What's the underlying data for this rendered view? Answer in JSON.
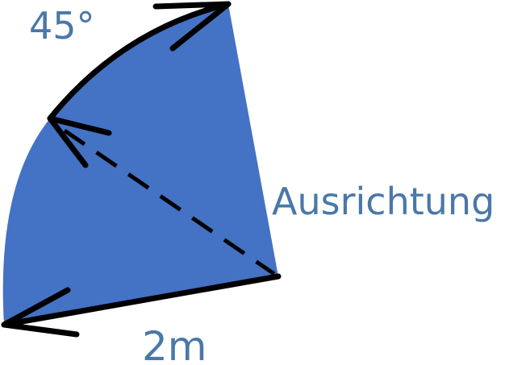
{
  "labels": {
    "angle": "45°",
    "orientation": "Ausrichtung",
    "radius": "2m"
  },
  "colors": {
    "sector_fill": "#4472c4",
    "label_text": "#4a78a8",
    "stroke": "#000000"
  }
}
